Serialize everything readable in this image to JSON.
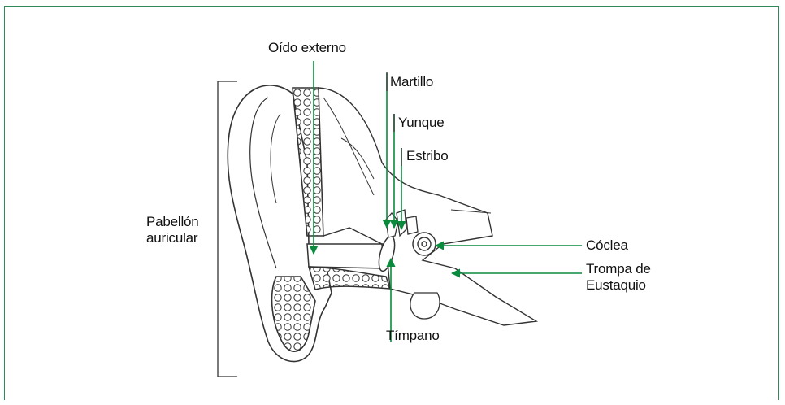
{
  "colors": {
    "frame": "#2e8b57",
    "arrow": "#0a8a3c",
    "outline": "#333333",
    "text": "#111111"
  },
  "labels": {
    "oido_externo": "Oído externo",
    "martillo": "Martillo",
    "yunque": "Yunque",
    "estribo": "Estribo",
    "pabellon": "Pabellón\nauricular",
    "coclea": "Cóclea",
    "trompa": "Trompa de\nEustaquio",
    "timpano": "Tímpano"
  }
}
